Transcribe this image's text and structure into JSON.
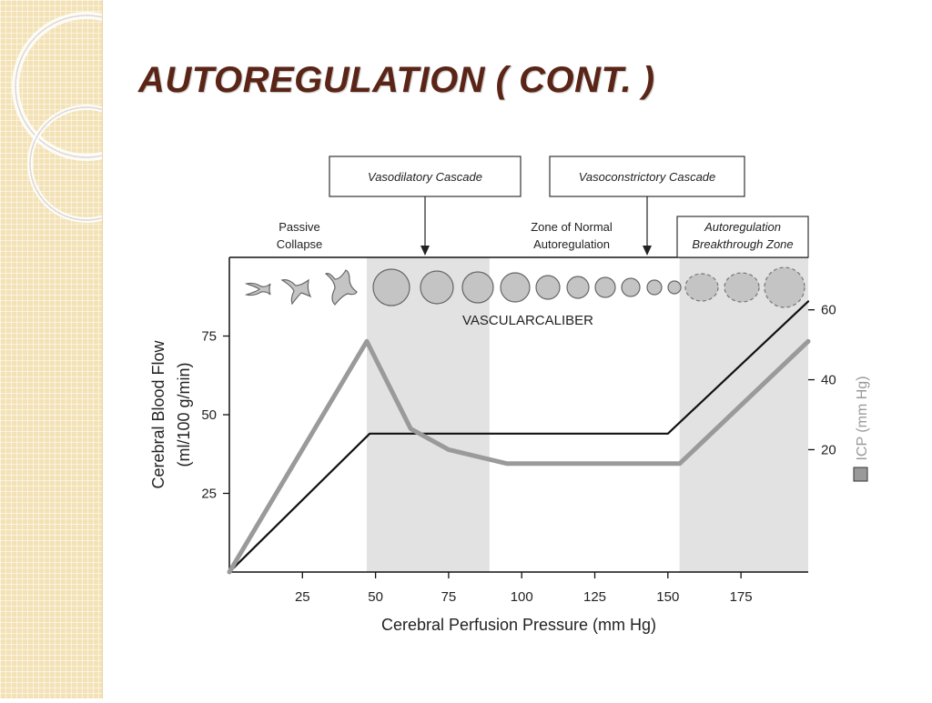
{
  "slide": {
    "title": "AUTOREGULATION ( CONT. )"
  },
  "colors": {
    "title": "#5a2416",
    "side_strip": "#f3e2b6",
    "shaded_zone": "#e2e2e2",
    "cbf_line": "#111111",
    "icp_line": "#9a9a9a",
    "vessel_fill": "#c4c4c4"
  },
  "chart_data": {
    "type": "line",
    "xlabel": "Cerebral Perfusion Pressure (mm Hg)",
    "ylabel_left": [
      "Cerebral Blood Flow",
      "(ml/100 g/min)"
    ],
    "ylabel_right": "ICP (mm Hg)",
    "xlim": [
      0,
      198
    ],
    "ylim_left": [
      0,
      100
    ],
    "ylim_right": [
      -15,
      75
    ],
    "x_ticks": [
      25,
      50,
      75,
      100,
      125,
      150,
      175
    ],
    "y_ticks_left": [
      25,
      50,
      75
    ],
    "y_ticks_right": [
      20,
      40,
      60
    ],
    "shaded_regions": [
      [
        47,
        89
      ],
      [
        154,
        198
      ]
    ],
    "series": [
      {
        "axis": "left",
        "color": "#111111",
        "x": [
          0,
          48,
          150,
          198
        ],
        "y": [
          0,
          44,
          44,
          86
        ]
      },
      {
        "axis": "right",
        "name": "ICP (mm Hg)",
        "color": "#9a9a9a",
        "x": [
          0,
          47,
          62,
          75,
          95,
          120,
          154,
          198
        ],
        "y": [
          -15,
          51,
          26,
          20,
          16,
          16,
          16,
          51
        ]
      }
    ],
    "annotations": {
      "vasodilatory": "Vasodilatory Cascade",
      "vasoconstrictory": "Vasoconstrictory Cascade",
      "passive": [
        "Passive",
        "Collapse"
      ],
      "normal_zone": [
        "Zone of Normal",
        "Autoregulation"
      ],
      "breakthrough": [
        "Autoregulation",
        "Breakthrough Zone"
      ],
      "vascular_caliber": "VASCULARCALIBER"
    }
  }
}
